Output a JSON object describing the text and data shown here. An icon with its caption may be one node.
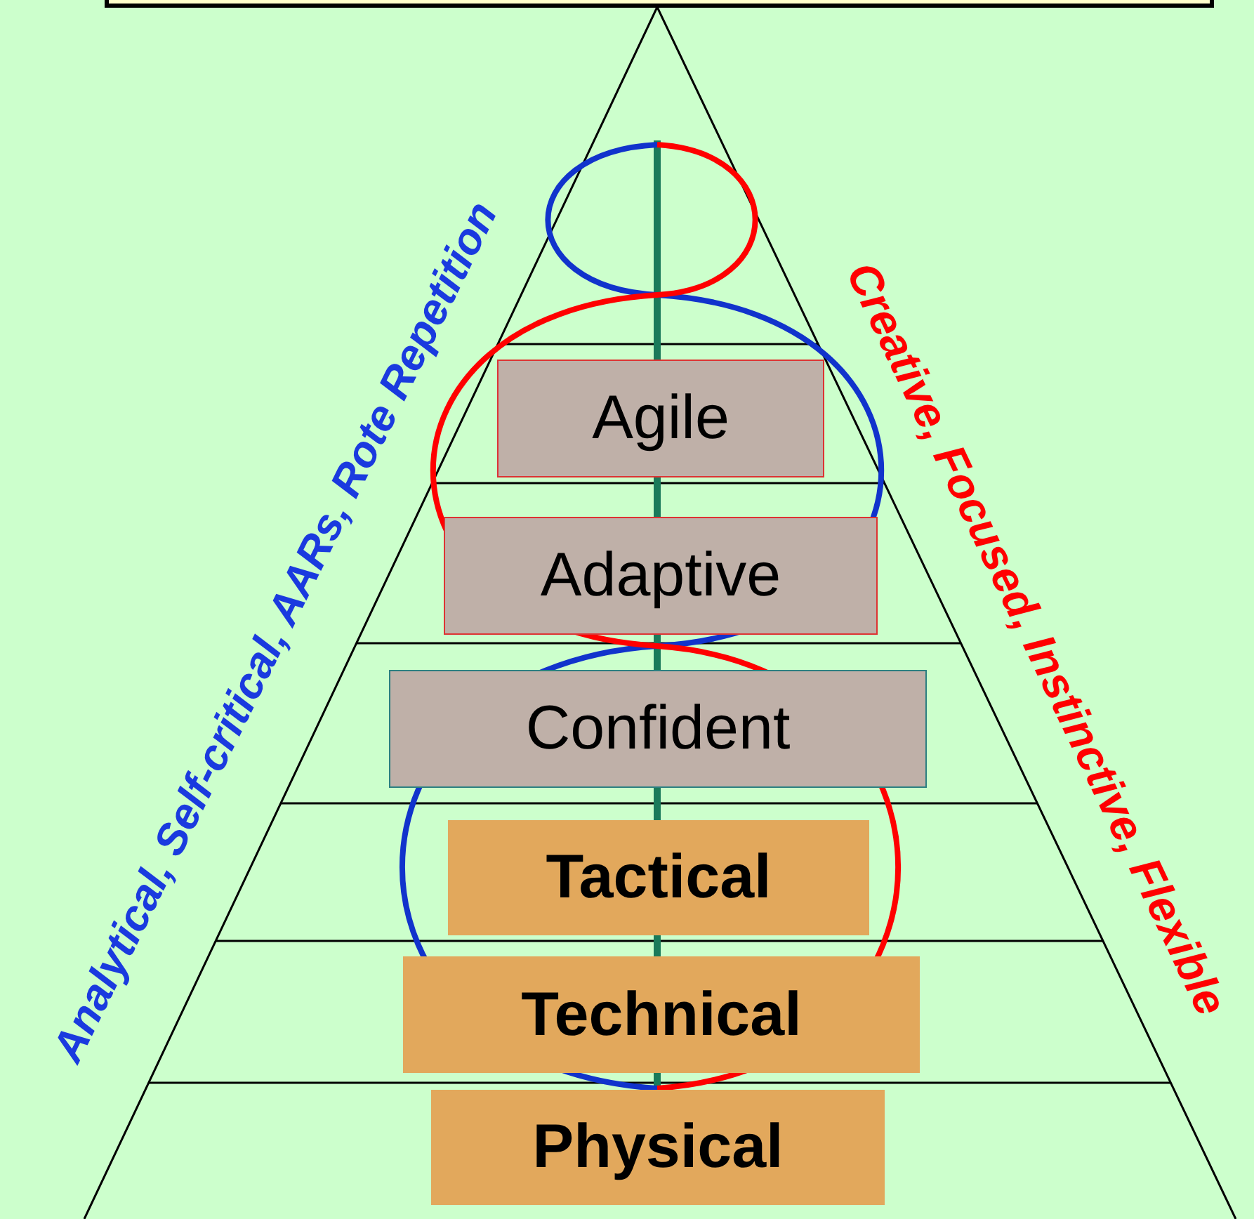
{
  "diagram": {
    "nodes": [
      {
        "text": [
          "Agile"
        ]
      },
      {
        "text": [
          "Adaptive"
        ]
      },
      {
        "text": [
          "Confident"
        ]
      },
      {
        "text": [
          "Tactical"
        ]
      },
      {
        "text": [
          "Technical"
        ]
      },
      {
        "text": [
          "Physical"
        ]
      }
    ],
    "labels": [
      "Analytical, Self-critical, AARs, Rote Repetition",
      "Creative, Focused, Instinctive, Flexible"
    ]
  }
}
